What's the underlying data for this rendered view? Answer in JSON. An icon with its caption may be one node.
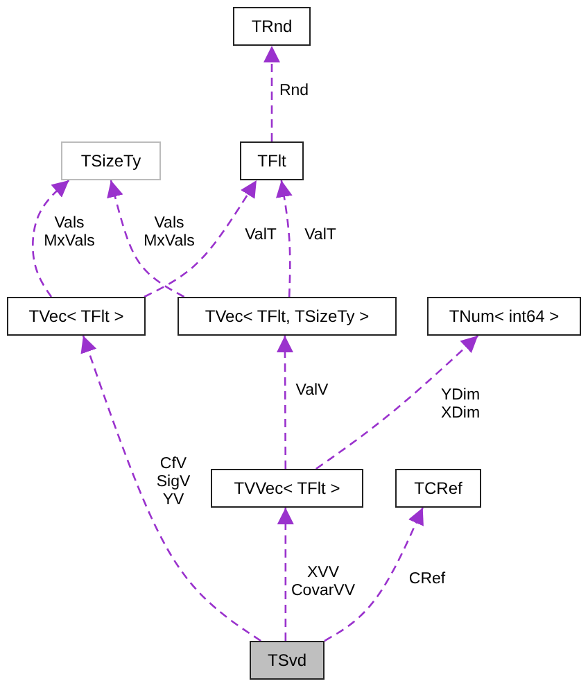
{
  "diagram": {
    "nodes": [
      {
        "text": [
          "TRnd"
        ]
      },
      {
        "text": [
          "TSizeTy"
        ]
      },
      {
        "text": [
          "TFlt"
        ]
      },
      {
        "text": [
          "TVec< TFlt >"
        ]
      },
      {
        "text": [
          "TVec< TFlt, TSizeTy >"
        ]
      },
      {
        "text": [
          "TNum< int64 >"
        ]
      },
      {
        "text": [
          "TVVec< TFlt >"
        ]
      },
      {
        "text": [
          "TCRef"
        ]
      },
      {
        "text": [
          "TSvd"
        ]
      }
    ],
    "edges": [
      {
        "from": 2,
        "to": 0,
        "arrow": "to",
        "label": "Rnd",
        "style": "dashed"
      },
      {
        "from": 3,
        "to": 1,
        "arrow": "to",
        "label": "Vals MxVals",
        "style": "dashed"
      },
      {
        "from": 4,
        "to": 1,
        "arrow": "to",
        "label": "Vals MxVals",
        "style": "dashed"
      },
      {
        "from": 3,
        "to": 2,
        "arrow": "to",
        "label": "ValT",
        "style": "dashed"
      },
      {
        "from": 4,
        "to": 2,
        "arrow": "to",
        "label": "ValT",
        "style": "dashed"
      },
      {
        "from": 6,
        "to": 4,
        "arrow": "to",
        "label": "ValV",
        "style": "dashed"
      },
      {
        "from": 6,
        "to": 5,
        "arrow": "to",
        "label": "YDim XDim",
        "style": "dashed"
      },
      {
        "from": 8,
        "to": 3,
        "arrow": "to",
        "label": "CfV SigV YV",
        "style": "dashed"
      },
      {
        "from": 8,
        "to": 6,
        "arrow": "to",
        "label": "XVV CovarVV",
        "style": "dashed"
      },
      {
        "from": 8,
        "to": 7,
        "arrow": "to",
        "label": "CRef",
        "style": "dashed"
      }
    ]
  }
}
